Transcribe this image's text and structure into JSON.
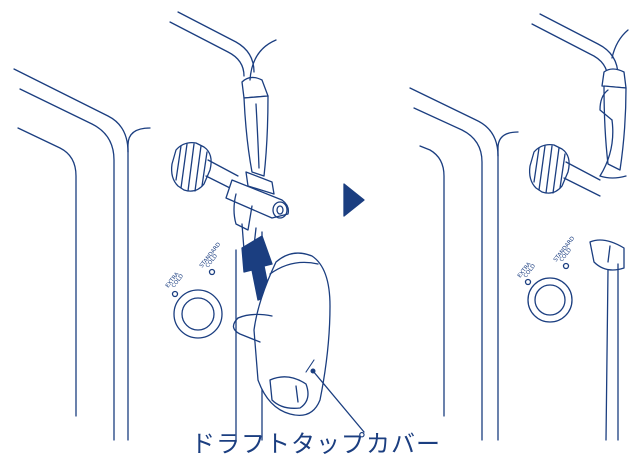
{
  "diagram": {
    "caption": "ドラフトタップカバー",
    "colors": {
      "line": "#1b3e80",
      "fill": "#ffffff",
      "accent": "#1b3e80",
      "background": "#ffffff"
    },
    "before_panel": {
      "button_labels": {
        "extra_cold": [
          "EXTRA",
          "COLD"
        ],
        "standard_cold": [
          "STANDARD",
          "COLD"
        ]
      }
    },
    "after_panel": {
      "button_labels": {
        "extra_cold": [
          "EXTRA",
          "COLD"
        ],
        "standard_cold": [
          "STANDARD",
          "COLD"
        ]
      }
    },
    "icons": {
      "transition": "arrow-right-triangle",
      "direction": "arrow-up-diagonal"
    }
  }
}
